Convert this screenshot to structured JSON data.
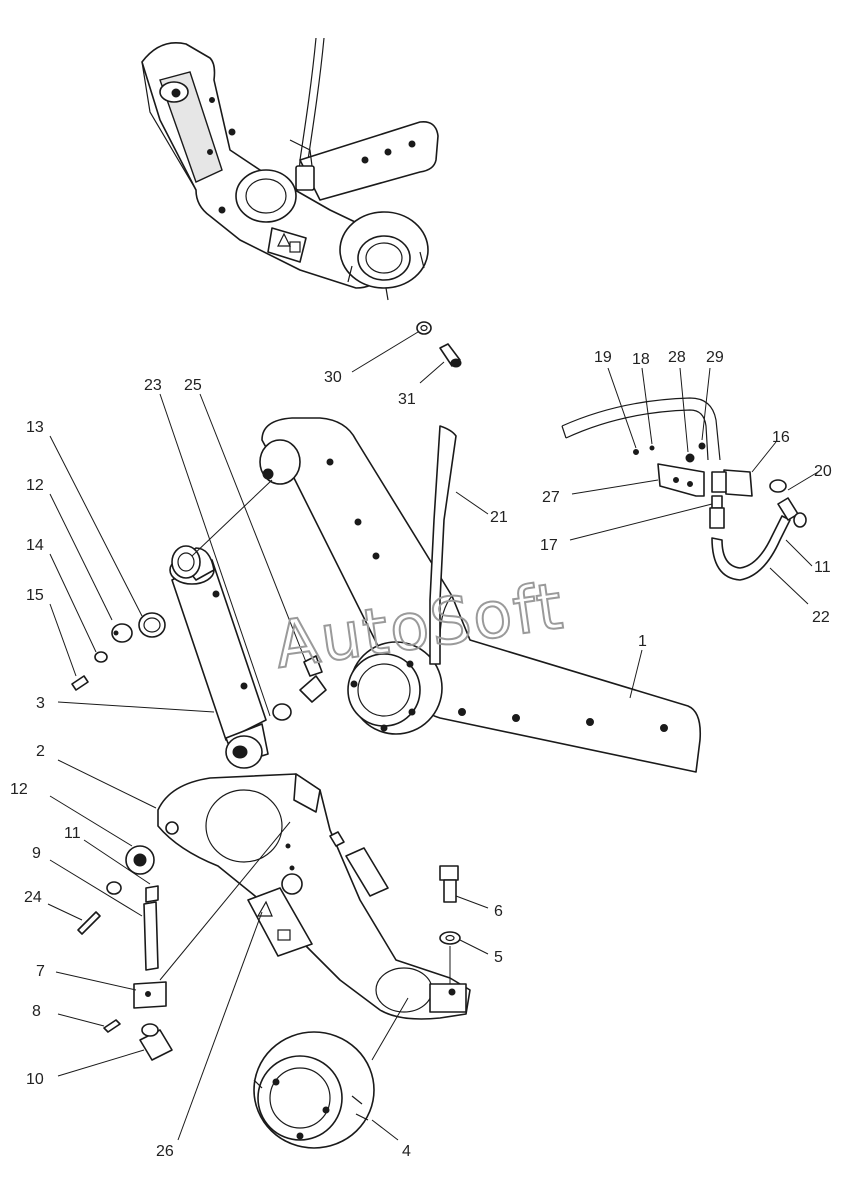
{
  "watermark": "AutoSoft",
  "callouts": [
    {
      "id": "c30",
      "label": "30"
    },
    {
      "id": "c31",
      "label": "31"
    },
    {
      "id": "c19",
      "label": "19"
    },
    {
      "id": "c18",
      "label": "18"
    },
    {
      "id": "c28",
      "label": "28"
    },
    {
      "id": "c29",
      "label": "29"
    },
    {
      "id": "c16",
      "label": "16"
    },
    {
      "id": "c20",
      "label": "20"
    },
    {
      "id": "c27",
      "label": "27"
    },
    {
      "id": "c17",
      "label": "17"
    },
    {
      "id": "c11a",
      "label": "11"
    },
    {
      "id": "c22",
      "label": "22"
    },
    {
      "id": "c21",
      "label": "21"
    },
    {
      "id": "c23",
      "label": "23"
    },
    {
      "id": "c25",
      "label": "25"
    },
    {
      "id": "c13",
      "label": "13"
    },
    {
      "id": "c12a",
      "label": "12"
    },
    {
      "id": "c14",
      "label": "14"
    },
    {
      "id": "c15",
      "label": "15"
    },
    {
      "id": "c3",
      "label": "3"
    },
    {
      "id": "c1",
      "label": "1"
    },
    {
      "id": "c2",
      "label": "2"
    },
    {
      "id": "c12b",
      "label": "12"
    },
    {
      "id": "c11b",
      "label": "11"
    },
    {
      "id": "c9",
      "label": "9"
    },
    {
      "id": "c24",
      "label": "24"
    },
    {
      "id": "c7",
      "label": "7"
    },
    {
      "id": "c8",
      "label": "8"
    },
    {
      "id": "c10",
      "label": "10"
    },
    {
      "id": "c26",
      "label": "26"
    },
    {
      "id": "c4",
      "label": "4"
    },
    {
      "id": "c6",
      "label": "6"
    },
    {
      "id": "c5",
      "label": "5"
    }
  ]
}
